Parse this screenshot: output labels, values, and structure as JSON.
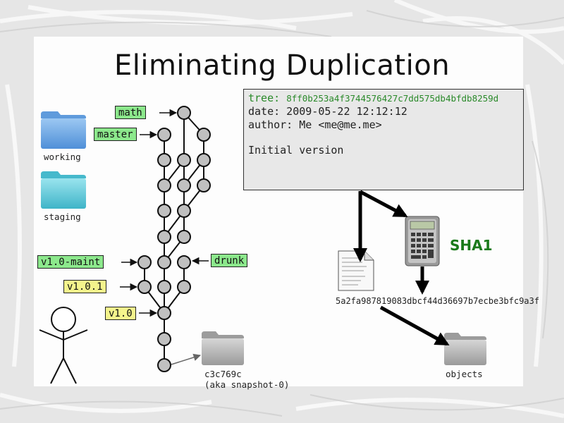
{
  "title": "Eliminating Duplication",
  "commit": {
    "tree_key": "tree:",
    "tree_hash": "8ff0b253a4f3744576427c7dd575db4bfdb8259d",
    "date_line": "date: 2009-05-22 12:12:12",
    "author_line": "author: Me <me@me.me>",
    "message": "Initial version"
  },
  "folders": {
    "working": "working",
    "staging": "staging",
    "snapshot_id": "c3c769c",
    "snapshot_alias": "(aka snapshot-0)",
    "objects": "objects"
  },
  "branches": [
    "math",
    "master",
    "v1.0-maint",
    "drunk"
  ],
  "tags": [
    "v1.0.1",
    "v1.0"
  ],
  "hash_function": "SHA1",
  "object_hash": "5a2fa987819083dbcf44d36697b7ecbe3bfc9a3f",
  "colors": {
    "branch_fill": "#8ce88c",
    "tag_fill": "#f4f48c",
    "commit_node": "#c0c0c0",
    "sha_label": "#1a7a1a",
    "working_folder": "#6aa6e6",
    "staging_folder": "#5cc8d8",
    "repo_folder": "#a8a8a8"
  },
  "icons": [
    "working-folder-icon",
    "staging-folder-icon",
    "snapshot-folder-icon",
    "objects-folder-icon",
    "calculator-icon",
    "document-icon",
    "stick-figure-icon"
  ]
}
